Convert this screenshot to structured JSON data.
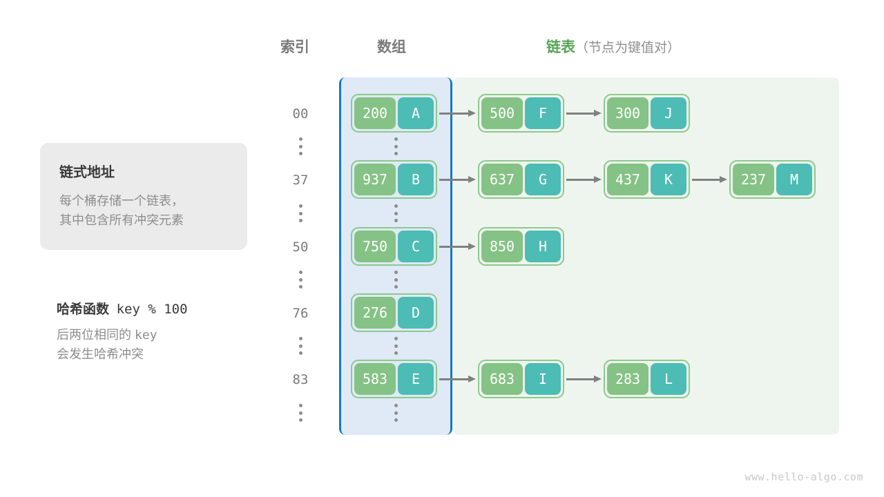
{
  "headers": {
    "index": "索引",
    "array": "数组",
    "list_main": "链表",
    "list_sub": "（节点为键值对）"
  },
  "info_card": {
    "title": "链式地址",
    "line1": "每个桶存储一个链表，",
    "line2": "其中包含所有冲突元素"
  },
  "hash_block": {
    "label": "哈希函数",
    "formula": "key % 100",
    "note_line1_prefix": "后两位相同的 ",
    "note_line1_mono": "key",
    "note_line2": "会发生哈希冲突"
  },
  "colors": {
    "key_cell": "#85c285",
    "value_cell": "#4cbcb4",
    "node_border": "#8cc98c",
    "array_panel_bg": "#dfeaf6",
    "array_panel_border": "#1279c4",
    "list_panel_bg": "#eef5ee",
    "accent_green": "#58a458",
    "arrow": "#808080",
    "index_text": "#7a7a7a"
  },
  "buckets": [
    {
      "index": "00",
      "head": {
        "key": "200",
        "value": "A"
      },
      "chain": [
        {
          "key": "500",
          "value": "F"
        },
        {
          "key": "300",
          "value": "J"
        }
      ]
    },
    {
      "index": "37",
      "head": {
        "key": "937",
        "value": "B"
      },
      "chain": [
        {
          "key": "637",
          "value": "G"
        },
        {
          "key": "437",
          "value": "K"
        },
        {
          "key": "237",
          "value": "M"
        }
      ]
    },
    {
      "index": "50",
      "head": {
        "key": "750",
        "value": "C"
      },
      "chain": [
        {
          "key": "850",
          "value": "H"
        }
      ]
    },
    {
      "index": "76",
      "head": {
        "key": "276",
        "value": "D"
      },
      "chain": []
    },
    {
      "index": "83",
      "head": {
        "key": "583",
        "value": "E"
      },
      "chain": [
        {
          "key": "683",
          "value": "I"
        },
        {
          "key": "283",
          "value": "L"
        }
      ]
    }
  ],
  "ellipsis_rows": 6,
  "watermark": "www.hello-algo.com"
}
